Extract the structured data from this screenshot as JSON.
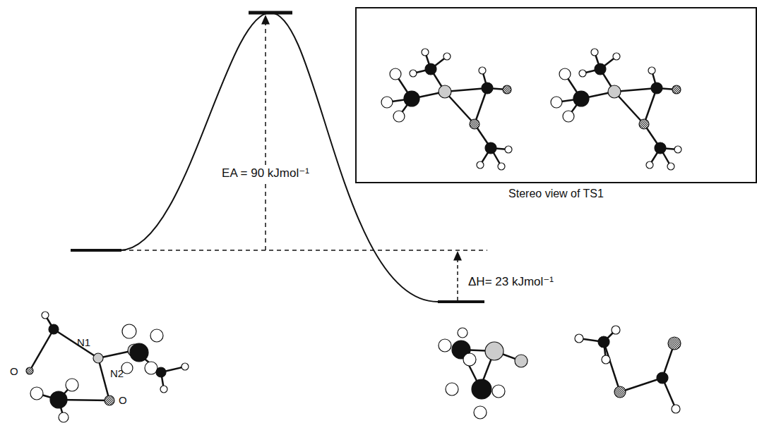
{
  "diagram": {
    "nodes": [
      {
        "text": [
          "Stereo view of TS1"
        ]
      }
    ],
    "labels": [
      "EA = 90 kJmol⁻¹",
      "ΔH= 23 kJmol⁻¹",
      "N1",
      "N2",
      "O",
      "O"
    ]
  }
}
